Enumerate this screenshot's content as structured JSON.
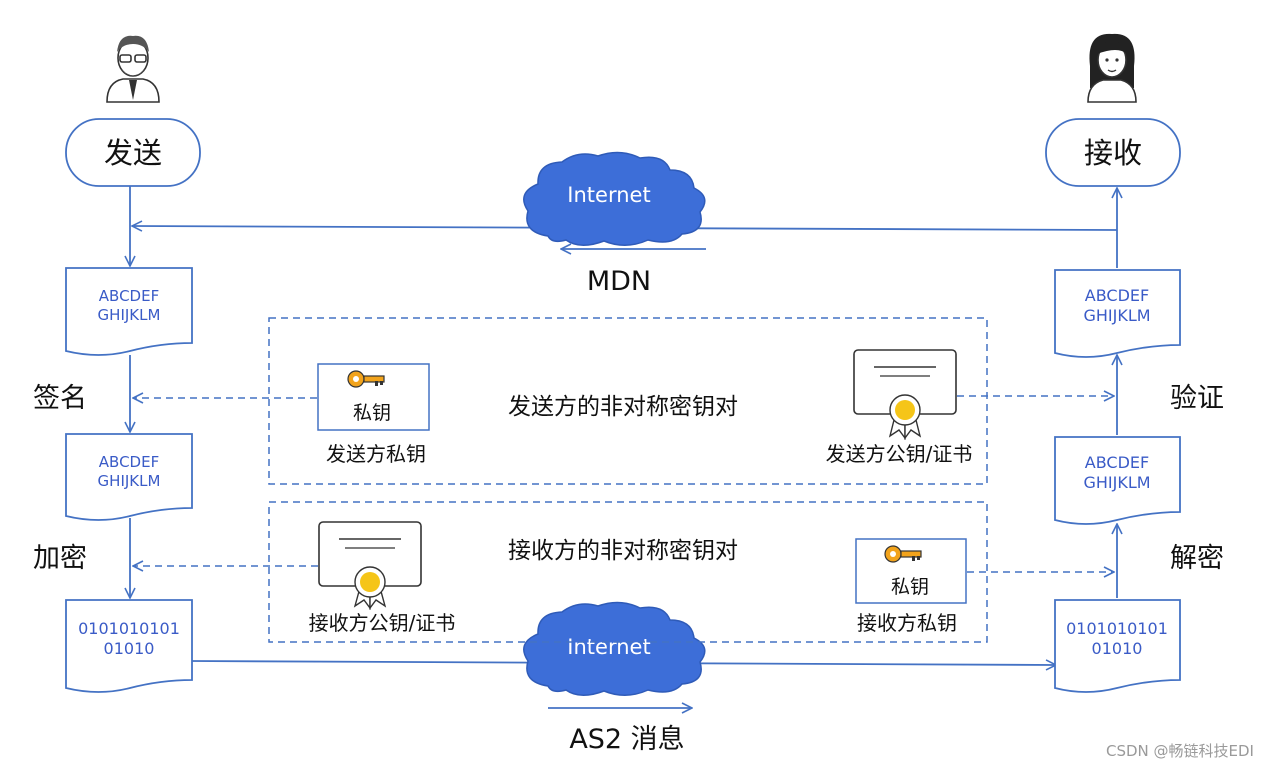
{
  "sender": {
    "label": "发送"
  },
  "receiver": {
    "label": "接收"
  },
  "internet": {
    "top_label": "Internet",
    "bottom_label": "Internet"
  },
  "mdn": {
    "label": "MDN"
  },
  "as2": {
    "label": "AS2 消息"
  },
  "documents": {
    "sender_plain": [
      "ABCDEF",
      "GHIJKLM"
    ],
    "sender_signed": [
      "ABCDEF",
      "GHIJKLM"
    ],
    "sender_encrypted": [
      "0101010101",
      "01010"
    ],
    "receiver_verified": [
      "ABCDEF",
      "GHIJKLM"
    ],
    "receiver_decrypted": [
      "ABCDEF",
      "GHIJKLM"
    ],
    "receiver_encrypted": [
      "0101010101",
      "01010"
    ]
  },
  "steps": {
    "sign": "签名",
    "encrypt": "加密",
    "verify": "验证",
    "decrypt": "解密"
  },
  "sender_keypair": {
    "title": "发送方的非对称密钥对",
    "private_key_badge": "私钥",
    "private_key_caption": "发送方私钥",
    "public_cert_caption": "发送方公钥/证书"
  },
  "receiver_keypair": {
    "title": "接收方的非对称密钥对",
    "private_key_badge": "私钥",
    "private_key_caption": "接收方私钥",
    "public_cert_caption": "接收方公钥/证书"
  },
  "watermark": "CSDN @畅链科技EDI",
  "colors": {
    "line_blue": "#4472c4",
    "text_blue": "#3a5bc7",
    "cloud_blue": "#3d6ed8",
    "key_orange": "#f2a31b",
    "medal_gold": "#f5c518"
  }
}
